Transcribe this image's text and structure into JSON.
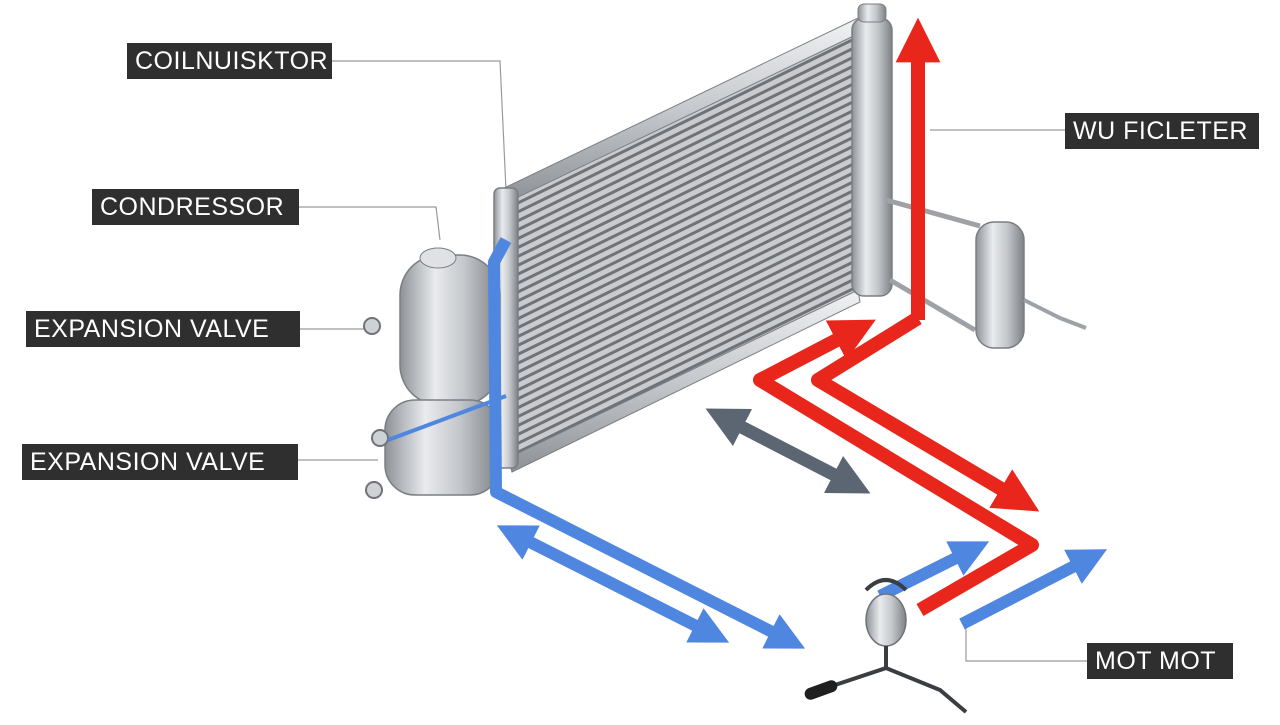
{
  "labels": {
    "condenser": "COILNUISKTOR",
    "compressor": "CONDRESSOR",
    "expansion_valve_upper": "EXPANSION VALVE",
    "expansion_valve_lower": "EXPANSION VALVE",
    "filter": "WU FICLETER",
    "motor": "MOT MOT"
  },
  "colors": {
    "label_bg": "#2f2f2f",
    "label_text": "#ffffff",
    "hot_flow": "#e8261c",
    "cold_flow": "#4f86e0",
    "neutral_flow": "#5c6673",
    "metal": "#b9bcc1"
  }
}
